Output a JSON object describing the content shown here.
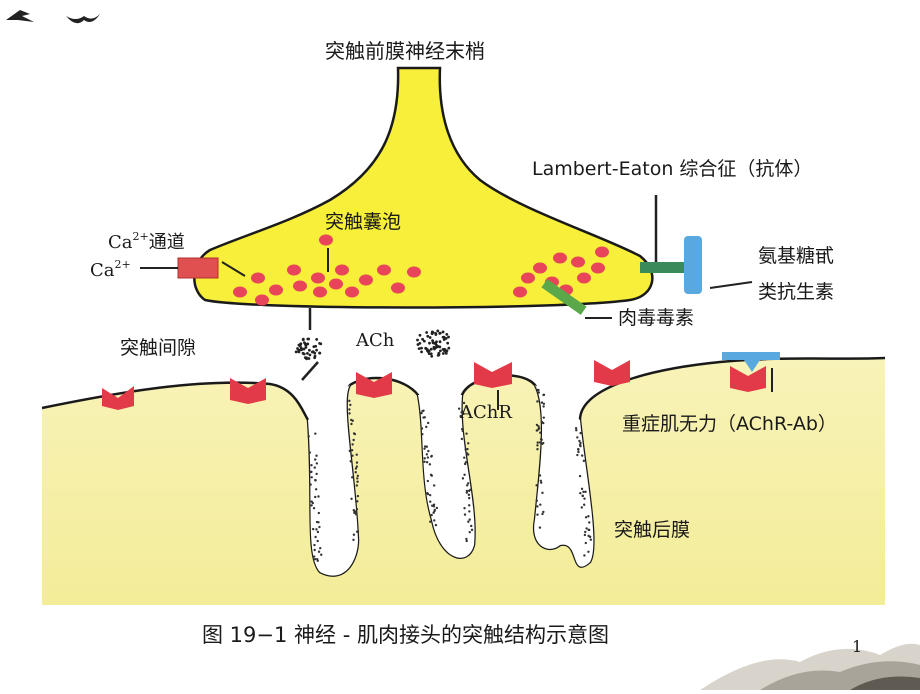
{
  "labels": {
    "presynaptic_terminal": "突触前膜神经末梢",
    "lambert_eaton": "Lambert-Eaton 综合征（抗体）",
    "vesicle": "突触囊泡",
    "ca_channel_prefix": "Ca",
    "ca_channel_sup": "2+",
    "ca_channel_suffix": "通道",
    "ca_ion": "Ca",
    "ca_ion_sup": "2+",
    "aminoglycoside_line1": "氨基糖甙",
    "aminoglycoside_line2": "类抗生素",
    "botulinum": "肉毒毒素",
    "synaptic_cleft": "突触间隙",
    "ach": "ACh",
    "achr": "AChR",
    "myasthenia": "重症肌无力（AChR-Ab）",
    "postsynaptic": "突触后膜",
    "caption": "图 19−1    神经 - 肌肉接头的突触结构示意图",
    "page_number": "1"
  },
  "colors": {
    "nerve_yellow": "#f7ef3a",
    "muscle_yellow": "#f6f0a6",
    "vesicle_red": "#e8455a",
    "receptor_red": "#e23a48",
    "channel_red": "#e05050",
    "botulinum_green": "#5aa84a",
    "antibody_blue": "#5aa8e0",
    "lambert_green": "#3b8a5a"
  },
  "icons": {
    "corner_bird": "bird-silhouette-icon",
    "corner_ink": "ink-wash-landscape"
  }
}
